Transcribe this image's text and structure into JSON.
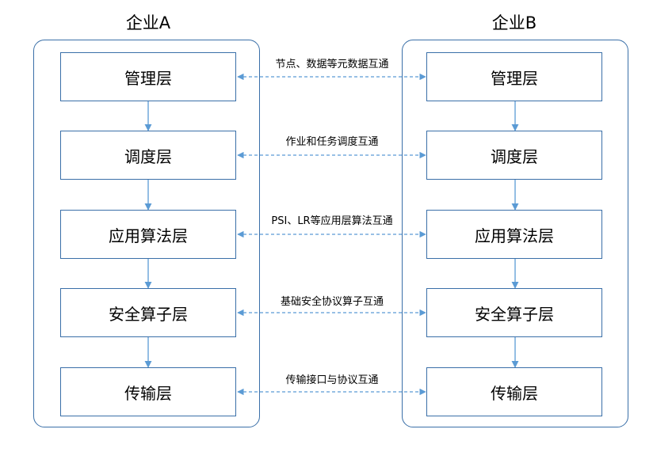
{
  "enterprises": [
    {
      "title": "企业A",
      "layers": [
        "管理层",
        "调度层",
        "应用算法层",
        "安全算子层",
        "传输层"
      ]
    },
    {
      "title": "企业B",
      "layers": [
        "管理层",
        "调度层",
        "应用算法层",
        "安全算子层",
        "传输层"
      ]
    }
  ],
  "interconnects": [
    "节点、数据等元数据互通",
    "作业和任务调度互通",
    "PSI、LR等应用层算法互通",
    "基础安全协议算子互通",
    "传输接口与协议互通"
  ],
  "colors": {
    "line": "#3a6fa8",
    "arrow": "#5b9bd5"
  }
}
